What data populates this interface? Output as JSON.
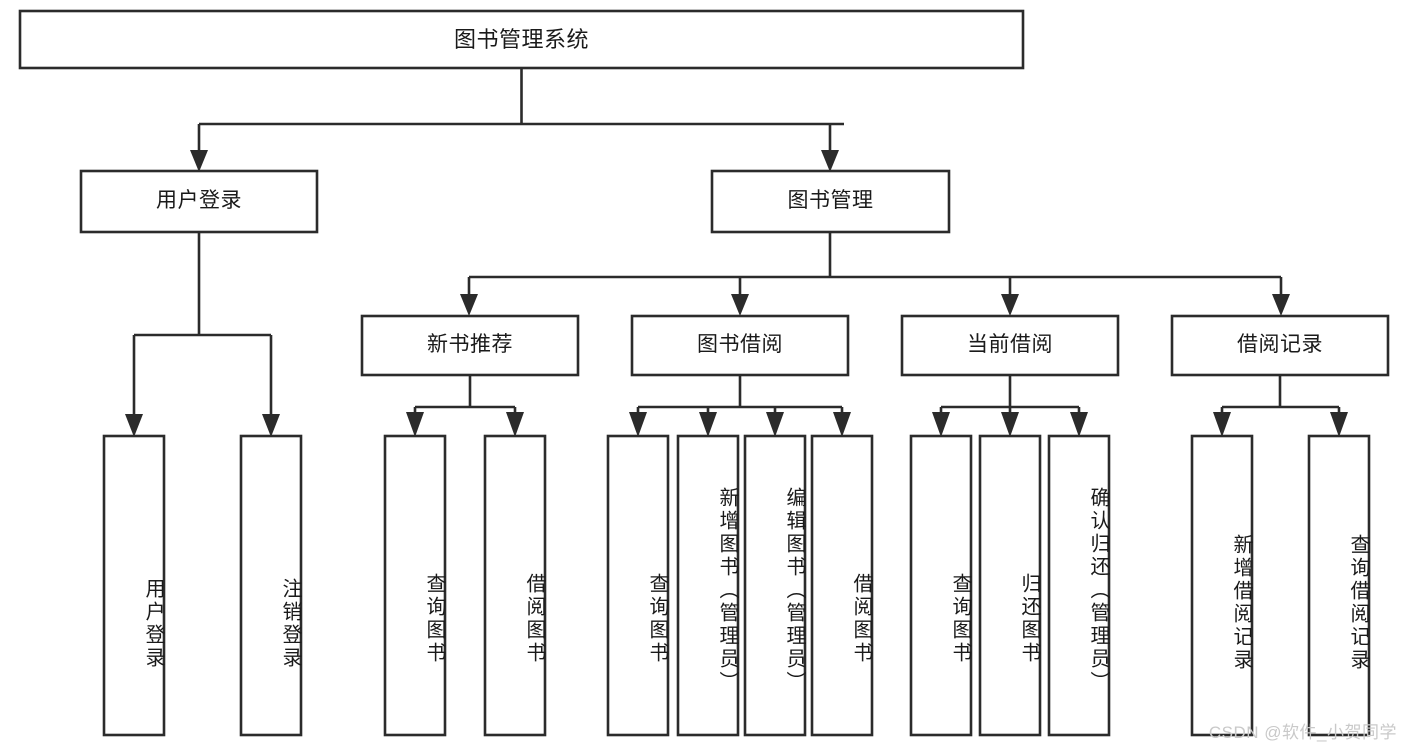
{
  "diagram": {
    "type": "hierarchy-tree",
    "title": "图书管理系统",
    "watermark": "CSDN @软件_小贺同学",
    "colors": {
      "stroke": "#2b2b2b",
      "fill": "#ffffff",
      "text": "#1a1a1a",
      "watermark": "#c9c9c9"
    },
    "levels": {
      "root": {
        "label": "图书管理系统"
      },
      "level1": [
        {
          "label": "用户登录"
        },
        {
          "label": "图书管理"
        }
      ],
      "level2": [
        {
          "label": "新书推荐"
        },
        {
          "label": "图书借阅"
        },
        {
          "label": "当前借阅"
        },
        {
          "label": "借阅记录"
        }
      ],
      "leaves": {
        "user_login": [
          {
            "label": "用户登录"
          },
          {
            "label": "注销登录"
          }
        ],
        "new_book_recommend": [
          {
            "label": "查询图书"
          },
          {
            "label": "借阅图书"
          }
        ],
        "book_borrow": [
          {
            "label": "查询图书"
          },
          {
            "label": "新增图书（管理员）"
          },
          {
            "label": "编辑图书（管理员）"
          },
          {
            "label": "借阅图书"
          }
        ],
        "current_borrow": [
          {
            "label": "查询图书"
          },
          {
            "label": "归还图书"
          },
          {
            "label": "确认归还（管理员）"
          }
        ],
        "borrow_record": [
          {
            "label": "新增借阅记录"
          },
          {
            "label": "查询借阅记录"
          }
        ]
      }
    }
  }
}
